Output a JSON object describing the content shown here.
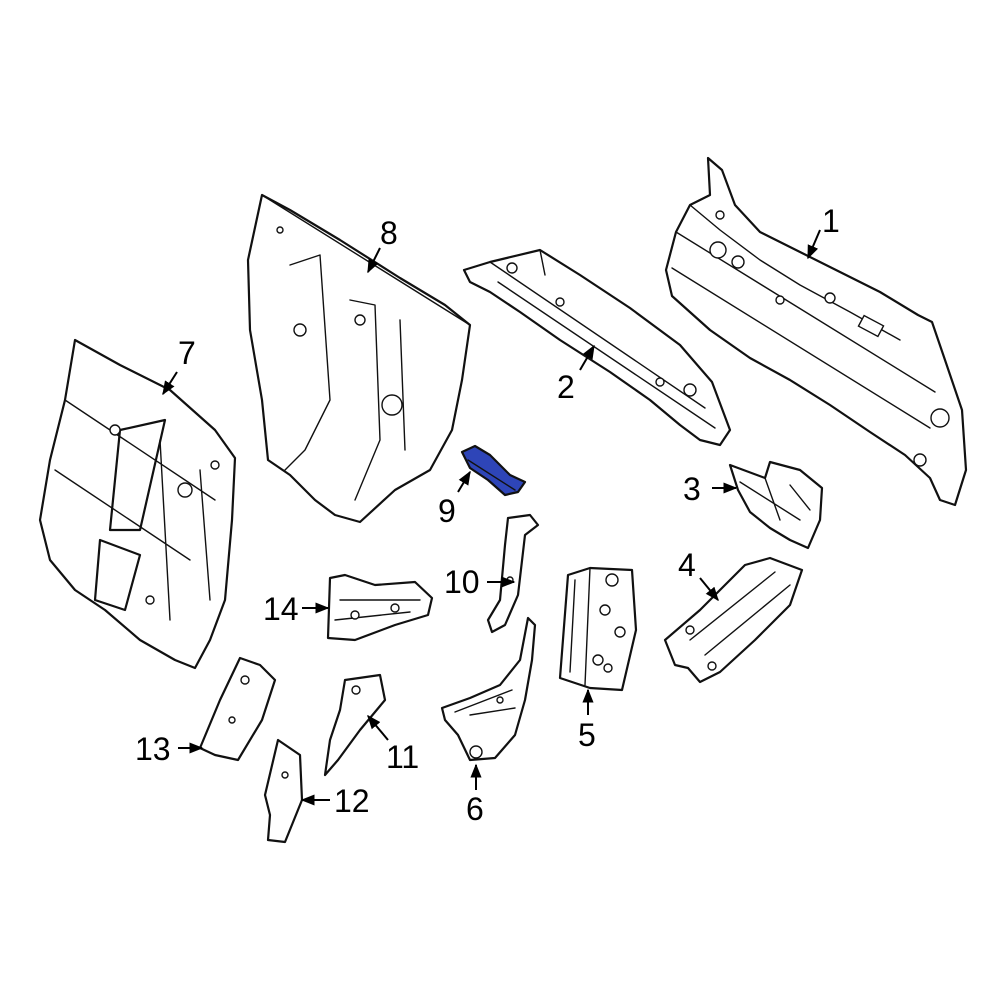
{
  "highlight_color": "#2e45b8",
  "callouts": {
    "c1": "1",
    "c2": "2",
    "c3": "3",
    "c4": "4",
    "c5": "5",
    "c6": "6",
    "c7": "7",
    "c8": "8",
    "c9": "9",
    "c10": "10",
    "c11": "11",
    "c12": "12",
    "c13": "13",
    "c14": "14"
  }
}
